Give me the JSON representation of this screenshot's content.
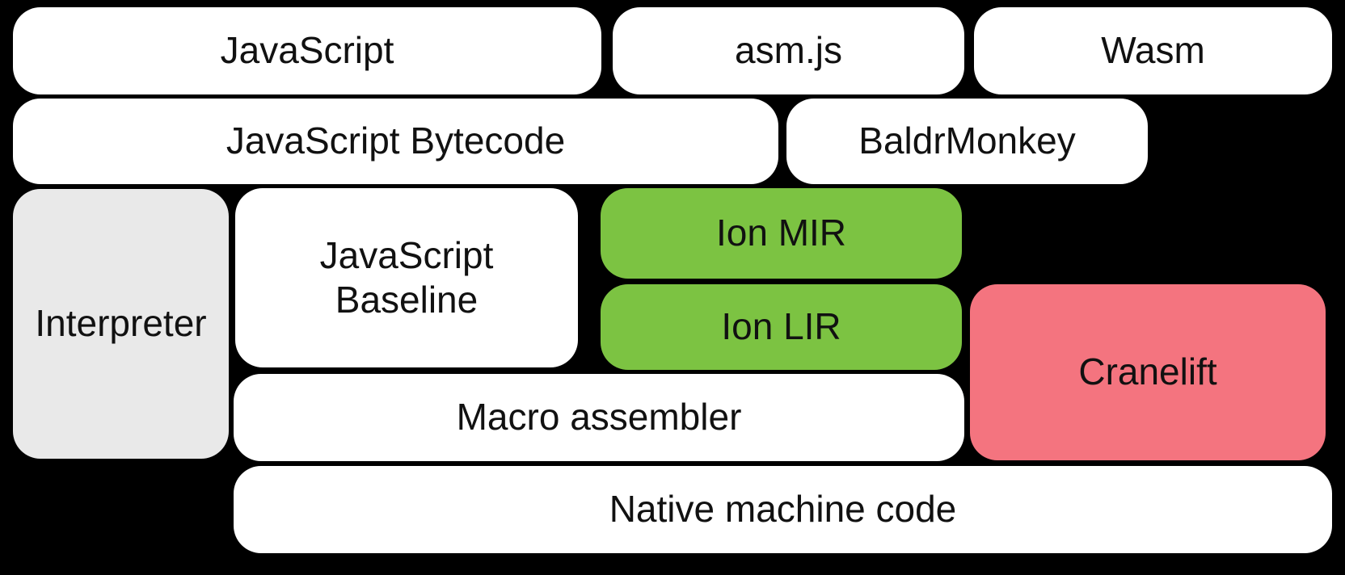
{
  "colors": {
    "background": "#000000",
    "box_white": "#ffffff",
    "box_gray": "#e9e9e9",
    "box_green": "#7cc342",
    "box_pink": "#f4747f",
    "text": "#111111"
  },
  "boxes": {
    "javascript": {
      "label": "JavaScript"
    },
    "asmjs": {
      "label": "asm.js"
    },
    "wasm": {
      "label": "Wasm"
    },
    "js_bytecode": {
      "label": "JavaScript Bytecode"
    },
    "baldrmonkey": {
      "label": "BaldrMonkey"
    },
    "interpreter": {
      "label": "Interpreter"
    },
    "js_baseline": {
      "label": "JavaScript\nBaseline"
    },
    "ion_mir": {
      "label": "Ion MIR"
    },
    "ion_lir": {
      "label": "Ion LIR"
    },
    "cranelift": {
      "label": "Cranelift"
    },
    "macro_assembler": {
      "label": "Macro assembler"
    },
    "native_machine_code": {
      "label": "Native machine code"
    }
  }
}
